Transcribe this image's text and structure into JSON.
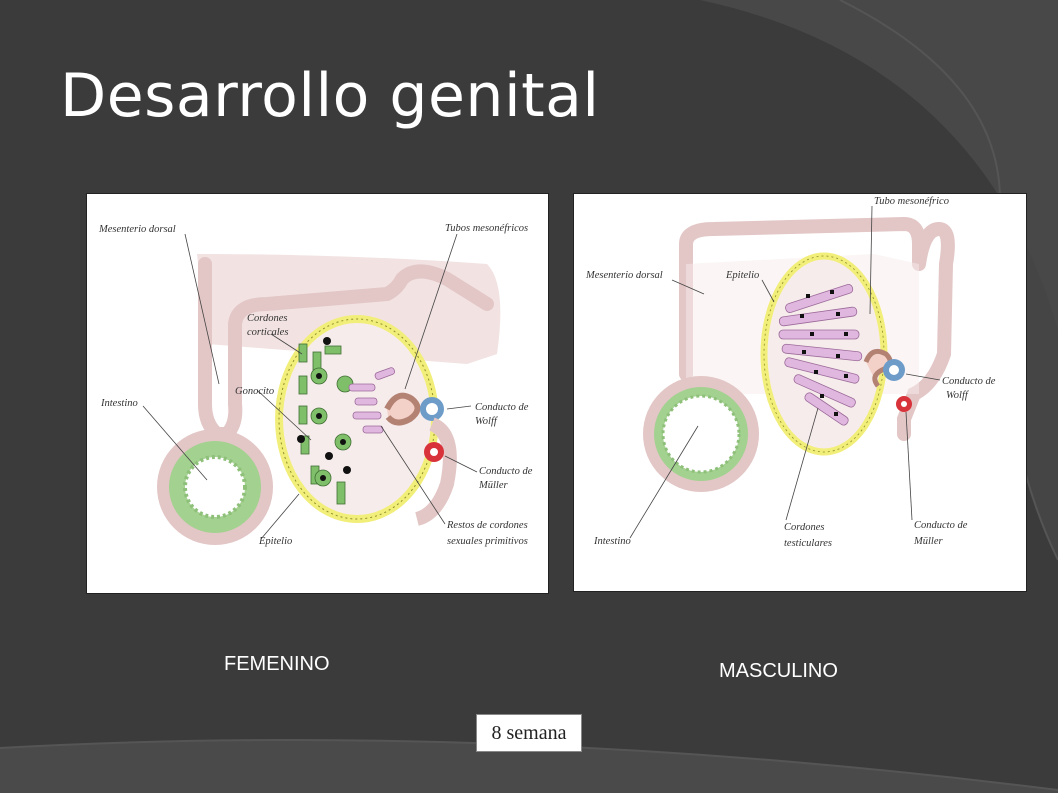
{
  "slide": {
    "title": "Desarrollo genital",
    "week_label": "8 semana",
    "colors": {
      "background": "#3b3b3b",
      "band": "#4a4a4a",
      "text": "#ffffff"
    }
  },
  "female": {
    "caption": "FEMENINO",
    "labels": {
      "mesenterio": "Mesenterio dorsal",
      "tubos": "Tubos mesonéfricos",
      "cordones_1": "Cordones",
      "cordones_2": "corticales",
      "gonocito": "Gonocito",
      "intestino": "Intestino",
      "wolff_1": "Conducto de",
      "wolff_2": "Wolff",
      "muller_1": "Conducto de",
      "muller_2": "Müller",
      "restos_1": "Restos de cordones",
      "restos_2": "sexuales primitivos",
      "epitelio": "Epitelio"
    }
  },
  "male": {
    "caption": "MASCULINO",
    "labels": {
      "tubo": "Tubo mesonéfrico",
      "mesenterio": "Mesenterio dorsal",
      "epitelio": "Epitelio",
      "wolff_1": "Conducto de",
      "wolff_2": "Wolff",
      "intestino": "Intestino",
      "cordones_1": "Cordones",
      "cordones_2": "testiculares",
      "muller_1": "Conducto de",
      "muller_2": "Müller"
    }
  },
  "diagram_colors": {
    "tissue": "#e8cfcf",
    "tissue_edge": "#c9a9a9",
    "gut_ring": "#9fd08e",
    "epithelium": "#f2ee7a",
    "cord": "#7fbf6a",
    "tubule": "#e0b7df",
    "wolff": "#6d9cc9",
    "muller": "#d8333a"
  }
}
